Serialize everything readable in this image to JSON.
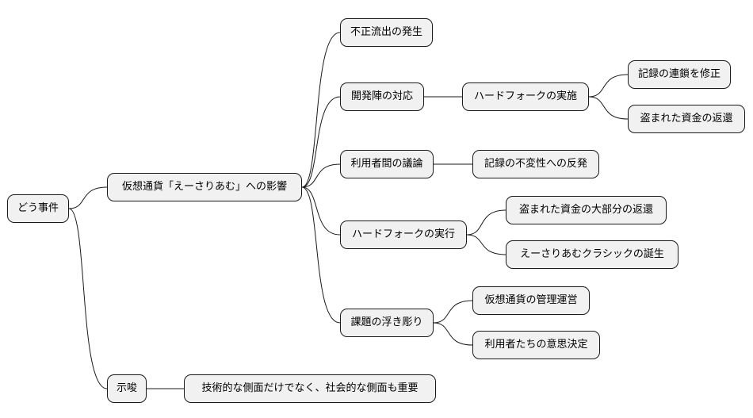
{
  "mindmap": {
    "root": "どう事件",
    "topics": [
      {
        "label": "仮想通貨「えーさりあむ」への影響",
        "children": [
          {
            "label": "不正流出の発生"
          },
          {
            "label": "開発陣の対応",
            "children": [
              {
                "label": "ハードフォークの実施",
                "children": [
                  {
                    "label": "記録の連鎖を修正"
                  },
                  {
                    "label": "盗まれた資金の返還"
                  }
                ]
              }
            ]
          },
          {
            "label": "利用者間の議論",
            "children": [
              {
                "label": "記録の不変性への反発"
              }
            ]
          },
          {
            "label": "ハードフォークの実行",
            "children": [
              {
                "label": "盗まれた資金の大部分の返還"
              },
              {
                "label": "えーさりあむクラシックの誕生"
              }
            ]
          },
          {
            "label": "課題の浮き彫り",
            "children": [
              {
                "label": "仮想通貨の管理運営"
              },
              {
                "label": "利用者たちの意思決定"
              }
            ]
          }
        ]
      },
      {
        "label": "示唆",
        "children": [
          {
            "label": "技術的な側面だけでなく、社会的な側面も重要"
          }
        ]
      }
    ]
  }
}
